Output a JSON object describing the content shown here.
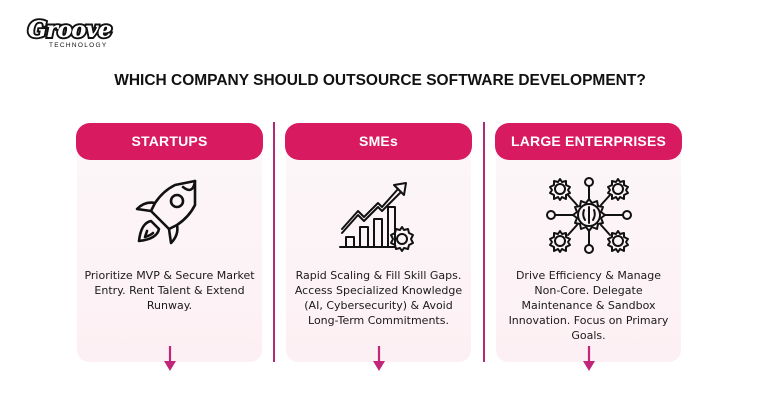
{
  "brand": {
    "logo_word": "Groove",
    "logo_sub": "TECHNOLOGY"
  },
  "title": "WHICH COMPANY SHOULD OUTSOURCE SOFTWARE DEVELOPMENT?",
  "colors": {
    "accent": "#d81b60",
    "divider": "#b02a78",
    "card_bg": "#fcf4f7",
    "text": "#111111"
  },
  "columns": [
    {
      "header": "STARTUPS",
      "icon": "rocket-icon",
      "text": "Prioritize MVP & Secure Market Entry. Rent Talent & Extend Runway."
    },
    {
      "header": "SMEs",
      "icon": "growth-chart-gear-icon",
      "text": "Rapid Scaling & Fill Skill Gaps. Access Specialized Knowledge (AI, Cybersecurity) & Avoid Long-Term Commitments."
    },
    {
      "header": "LARGE ENTERPRISES",
      "icon": "brain-gear-network-icon",
      "text": "Drive Efficiency & Manage Non-Core. Delegate Maintenance & Sandbox Innovation. Focus on Primary Goals."
    }
  ]
}
